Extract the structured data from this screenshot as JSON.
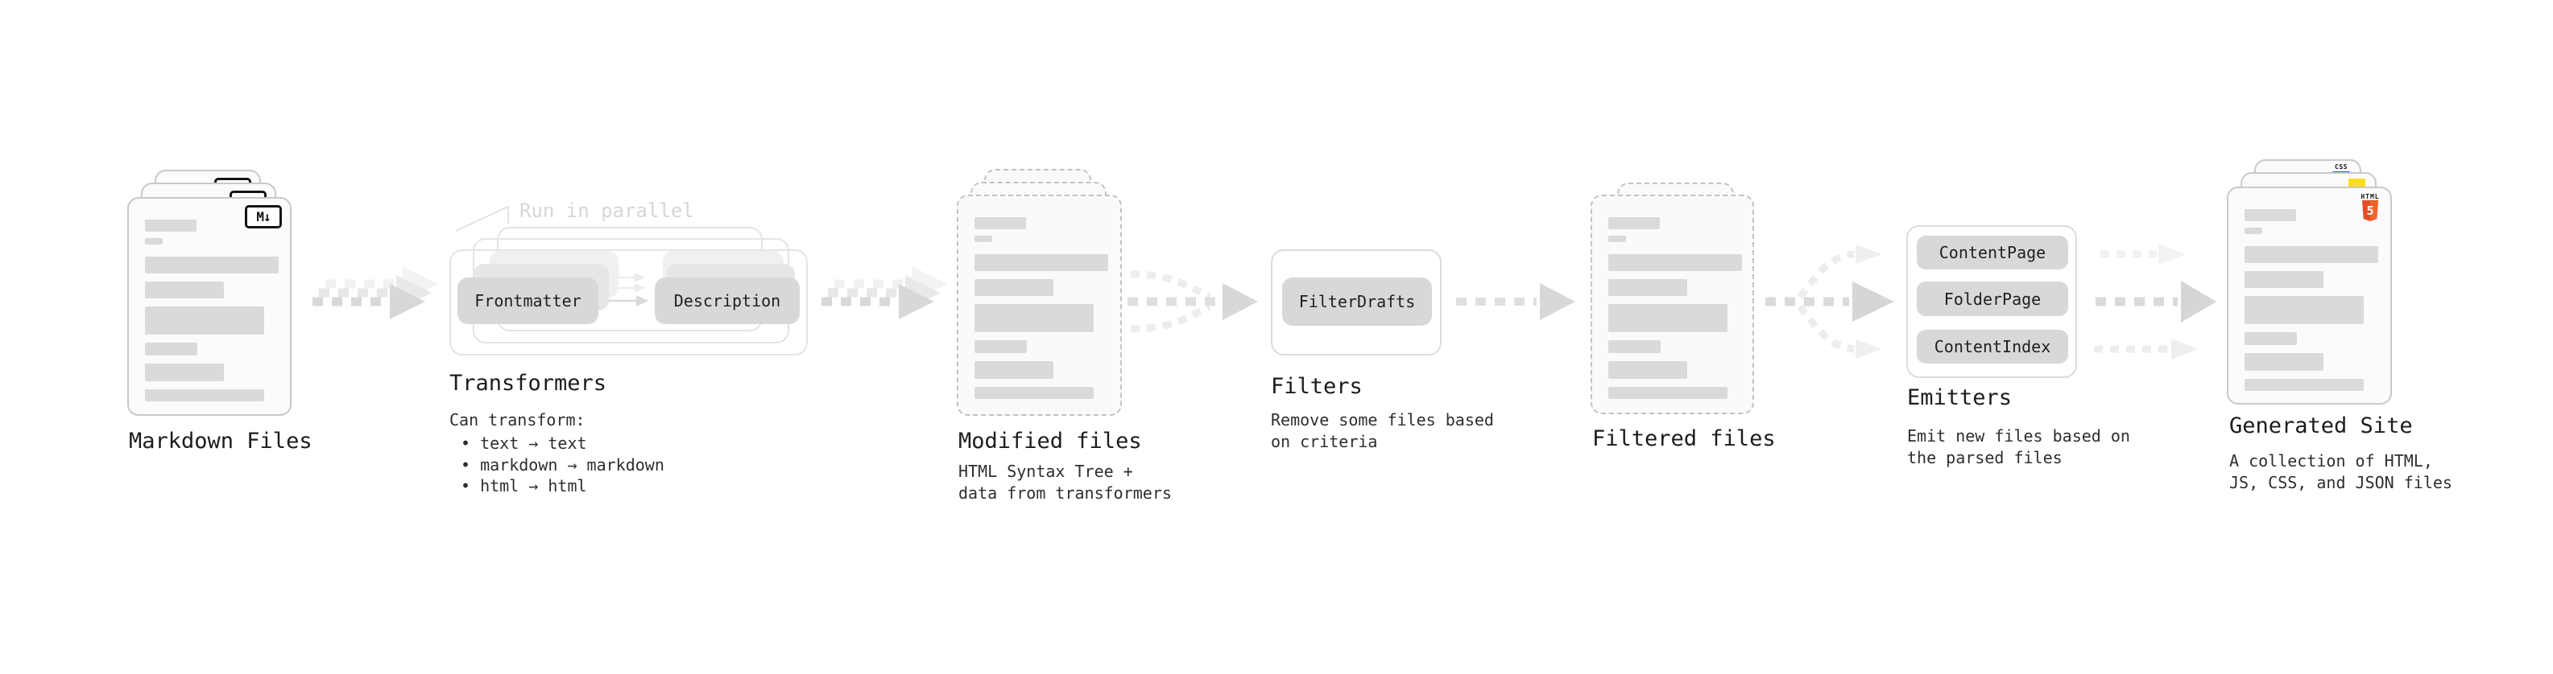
{
  "colors": {
    "css": "#2b67f8",
    "js": "#f7df1e",
    "html5": "#e44d26"
  },
  "stages": {
    "markdown": {
      "label": "Markdown Files",
      "badge": "M↓"
    },
    "transformers": {
      "note": "Run in parallel",
      "pill_left": "Frontmatter",
      "pill_right": "Description",
      "title": "Transformers",
      "heading": "Can transform:",
      "bullets": [
        "• text → text",
        "• markdown → markdown",
        "• html → html"
      ]
    },
    "modified": {
      "label": "Modified files",
      "desc": "HTML Syntax Tree +\ndata from transformers"
    },
    "filters": {
      "pill": "FilterDrafts",
      "title": "Filters",
      "desc": "Remove some files based\non criteria"
    },
    "filtered": {
      "label": "Filtered files"
    },
    "emitters": {
      "pills": [
        "ContentPage",
        "FolderPage",
        "ContentIndex"
      ],
      "title": "Emitters",
      "desc": "Emit new files based on\nthe parsed files"
    },
    "site": {
      "label": "Generated Site",
      "desc": "A collection of HTML,\nJS, CSS, and JSON files",
      "badge_html_word": "HTML",
      "badge_html_number": "5",
      "badge_css": "CSS"
    }
  }
}
